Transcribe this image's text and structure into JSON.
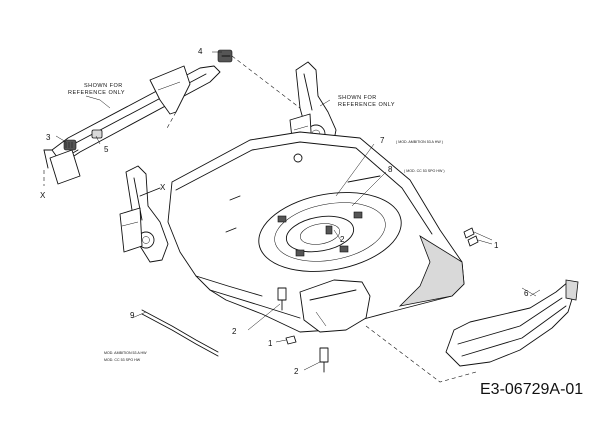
{
  "callouts": {
    "c1a": "1",
    "c1b": "1",
    "c2a": "2",
    "c2b": "2",
    "c2c": "2",
    "c3": "3",
    "c4": "4",
    "c5": "5",
    "c6": "6",
    "c7": "7",
    "c8": "8",
    "c9": "9"
  },
  "notes": {
    "ref_left_1": "SHOWN FOR",
    "ref_left_2": "REFERENCE ONLY",
    "ref_right_1": "SHOWN FOR",
    "ref_right_2": "REFERENCE ONLY",
    "model_7": "( MOD. AMBITION 53 A HW )",
    "model_8": "( MOD. CC 53 SPO HW )",
    "model_9a": "MOD. AMBITION 53 A HW",
    "model_9b": "MOD. CC 53 SPO HW",
    "mark_x1": "X",
    "mark_x2": "X"
  },
  "drawing_code": "E3-06729A-01"
}
